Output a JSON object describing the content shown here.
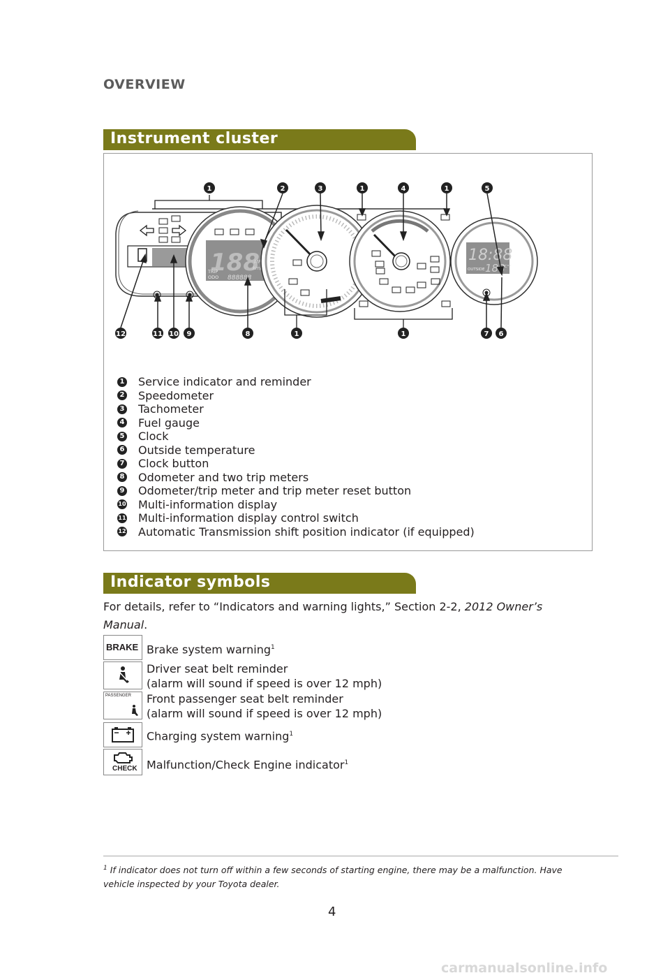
{
  "section_title": "OVERVIEW",
  "banner_instrument": "Instrument cluster",
  "banner_indicator": "Indicator symbols",
  "diagram": {
    "speedo_digits": "188",
    "speedo_unit_mph": "MPH",
    "speedo_unit_kmh": "km/h",
    "trip_label": "TRIP",
    "odo_label": "ODO",
    "odo_digits": "888888",
    "clock_digits": "18:88",
    "outside_label": "OUTSIDE",
    "temp_digits": "188",
    "temp_unit": "°C°F"
  },
  "legend": [
    {
      "num": "1",
      "text": "Service indicator and reminder"
    },
    {
      "num": "2",
      "text": "Speedometer"
    },
    {
      "num": "3",
      "text": "Tachometer"
    },
    {
      "num": "4",
      "text": "Fuel gauge"
    },
    {
      "num": "5",
      "text": "Clock"
    },
    {
      "num": "6",
      "text": "Outside temperature"
    },
    {
      "num": "7",
      "text": "Clock button"
    },
    {
      "num": "8",
      "text": "Odometer and two trip meters"
    },
    {
      "num": "9",
      "text": "Odometer/trip meter and trip meter reset button"
    },
    {
      "num": "10",
      "text": "Multi-information display"
    },
    {
      "num": "11",
      "text": "Multi-information display control switch"
    },
    {
      "num": "12",
      "text": "Automatic Transmission shift position indicator (if equipped)"
    }
  ],
  "refer": {
    "before": "For details, refer to “Indicators and warning lights,” Section 2-2, ",
    "italic": "2012 Owner’s Manual",
    "after": "."
  },
  "indicators": [
    {
      "icon": "brake-icon",
      "label": "BRAKE",
      "text": "Brake system warning",
      "sup": "1"
    },
    {
      "icon": "seatbelt-icon",
      "text": "Driver seat belt reminder",
      "text2": "(alarm will sound if speed is over 12 mph)"
    },
    {
      "icon": "passenger-seatbelt-icon",
      "label": "PASSENGER",
      "text": "Front passenger seat belt reminder",
      "text2": "(alarm will sound if speed is over 12 mph)"
    },
    {
      "icon": "battery-icon",
      "text": "Charging system warning",
      "sup": "1"
    },
    {
      "icon": "engine-icon",
      "label": "CHECK",
      "text": "Malfunction/Check Engine indicator",
      "sup": "1"
    }
  ],
  "footnote": {
    "sup": "1",
    "text": "If indicator does not turn off within a few seconds of starting engine, there may be a malfunction. Have vehicle inspected by your Toyota dealer."
  },
  "page_number": "4",
  "watermark": "carmanualsonline.info"
}
